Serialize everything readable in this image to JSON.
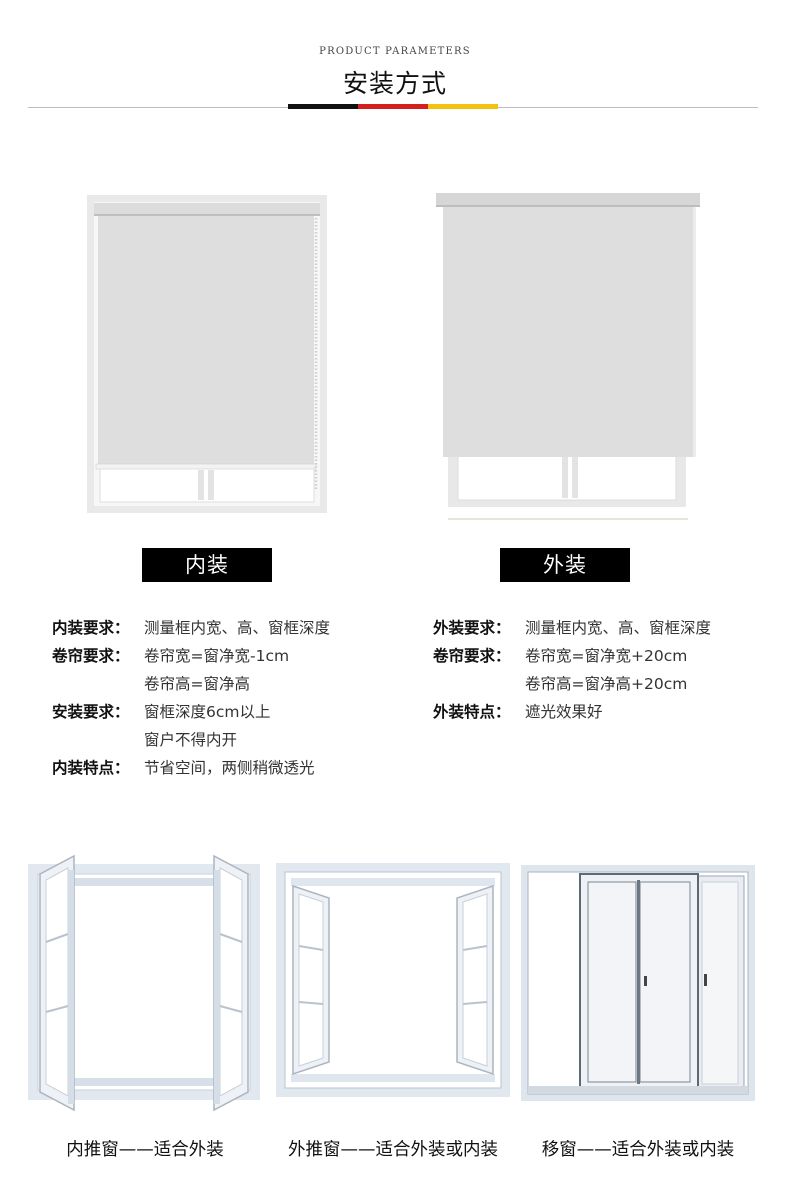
{
  "header": {
    "subtitle": "PRODUCT PARAMETERS",
    "title": "安装方式",
    "flag_colors": [
      "#111111",
      "#d51e1e",
      "#f3c20f"
    ]
  },
  "inner_install": {
    "label": "内装",
    "requirements": [
      {
        "key": "内装要求：",
        "values": [
          "测量框内宽、高、窗框深度"
        ]
      },
      {
        "key": "卷帘要求：",
        "values": [
          "卷帘宽=窗净宽-1cm",
          "卷帘高=窗净高"
        ]
      },
      {
        "key": "安装要求：",
        "values": [
          "窗框深度6cm以上",
          "窗户不得内开"
        ]
      },
      {
        "key": "内装特点：",
        "values": [
          "节省空间，两侧稍微透光"
        ]
      }
    ]
  },
  "outer_install": {
    "label": "外装",
    "requirements": [
      {
        "key": "外装要求：",
        "values": [
          "测量框内宽、高、窗框深度"
        ]
      },
      {
        "key": "卷帘要求：",
        "values": [
          "卷帘宽=窗净宽+20cm",
          "卷帘高=窗净高+20cm"
        ]
      },
      {
        "key": "外装特点：",
        "values": [
          "遮光效果好"
        ]
      }
    ]
  },
  "window_types": [
    {
      "caption": "内推窗——适合外装"
    },
    {
      "caption": "外推窗——适合外装或内装"
    },
    {
      "caption": "移窗——适合外装或内装"
    }
  ]
}
